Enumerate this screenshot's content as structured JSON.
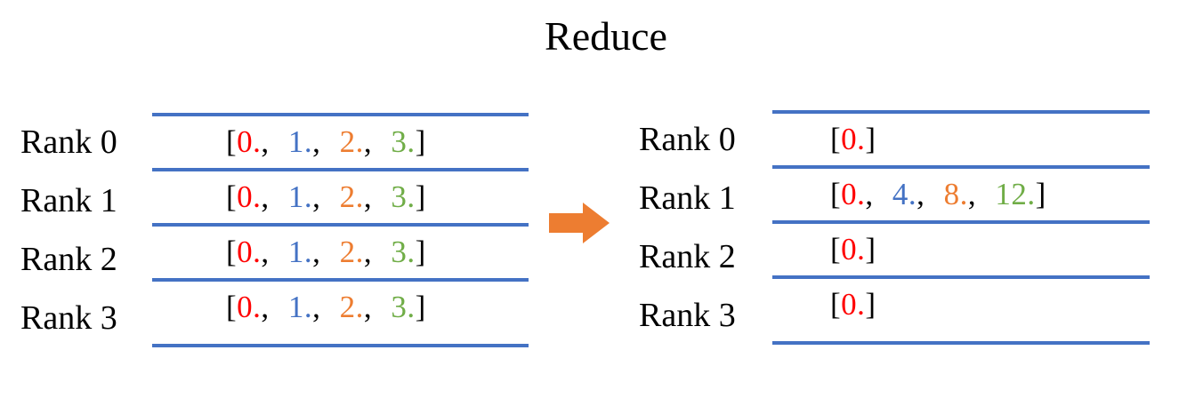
{
  "title": "Reduce",
  "colors": {
    "black": "#000000",
    "red": "#FF0000",
    "blue": "#4472C4",
    "orange": "#ED7D31",
    "green": "#70AD47",
    "line": "#4472C4",
    "arrow": "#ED7D31",
    "background": "#FFFFFF"
  },
  "arrow_icon": "right-block-arrow",
  "left_panel": {
    "rows": [
      {
        "label": "Rank 0",
        "tensor": "[0., 1., 2., 3.]",
        "tokens": [
          {
            "text": "[",
            "color": "black"
          },
          {
            "text": "0.",
            "color": "red"
          },
          {
            "text": ", ",
            "color": "black"
          },
          {
            "text": "1.",
            "color": "blue"
          },
          {
            "text": ", ",
            "color": "black"
          },
          {
            "text": "2.",
            "color": "orange"
          },
          {
            "text": ", ",
            "color": "black"
          },
          {
            "text": "3.",
            "color": "green"
          },
          {
            "text": "]",
            "color": "black"
          }
        ]
      },
      {
        "label": "Rank 1",
        "tensor": "[0., 1., 2., 3.]",
        "tokens": [
          {
            "text": "[",
            "color": "black"
          },
          {
            "text": "0.",
            "color": "red"
          },
          {
            "text": ", ",
            "color": "black"
          },
          {
            "text": "1.",
            "color": "blue"
          },
          {
            "text": ", ",
            "color": "black"
          },
          {
            "text": "2.",
            "color": "orange"
          },
          {
            "text": ", ",
            "color": "black"
          },
          {
            "text": "3.",
            "color": "green"
          },
          {
            "text": "]",
            "color": "black"
          }
        ]
      },
      {
        "label": "Rank 2",
        "tensor": "[0., 1., 2., 3.]",
        "tokens": [
          {
            "text": "[",
            "color": "black"
          },
          {
            "text": "0.",
            "color": "red"
          },
          {
            "text": ", ",
            "color": "black"
          },
          {
            "text": "1.",
            "color": "blue"
          },
          {
            "text": ", ",
            "color": "black"
          },
          {
            "text": "2.",
            "color": "orange"
          },
          {
            "text": ", ",
            "color": "black"
          },
          {
            "text": "3.",
            "color": "green"
          },
          {
            "text": "]",
            "color": "black"
          }
        ]
      },
      {
        "label": "Rank 3",
        "tensor": "[0., 1., 2., 3.]",
        "tokens": [
          {
            "text": "[",
            "color": "black"
          },
          {
            "text": "0.",
            "color": "red"
          },
          {
            "text": ", ",
            "color": "black"
          },
          {
            "text": "1.",
            "color": "blue"
          },
          {
            "text": ", ",
            "color": "black"
          },
          {
            "text": "2.",
            "color": "orange"
          },
          {
            "text": ", ",
            "color": "black"
          },
          {
            "text": "3.",
            "color": "green"
          },
          {
            "text": "]",
            "color": "black"
          }
        ]
      }
    ]
  },
  "right_panel": {
    "rows": [
      {
        "label": "Rank 0",
        "tensor": "[0.]",
        "tokens": [
          {
            "text": "[",
            "color": "black"
          },
          {
            "text": "0.",
            "color": "red"
          },
          {
            "text": "]",
            "color": "black"
          }
        ]
      },
      {
        "label": "Rank 1",
        "tensor": "[0., 4., 8., 12.]",
        "tokens": [
          {
            "text": "[",
            "color": "black"
          },
          {
            "text": "0.",
            "color": "red"
          },
          {
            "text": ", ",
            "color": "black"
          },
          {
            "text": "4.",
            "color": "blue"
          },
          {
            "text": ", ",
            "color": "black"
          },
          {
            "text": "8.",
            "color": "orange"
          },
          {
            "text": ", ",
            "color": "black"
          },
          {
            "text": "12.",
            "color": "green"
          },
          {
            "text": "]",
            "color": "black"
          }
        ]
      },
      {
        "label": "Rank 2",
        "tensor": "[0.]",
        "tokens": [
          {
            "text": "[",
            "color": "black"
          },
          {
            "text": "0.",
            "color": "red"
          },
          {
            "text": "]",
            "color": "black"
          }
        ]
      },
      {
        "label": "Rank 3",
        "tensor": "[0.]",
        "tokens": [
          {
            "text": "[",
            "color": "black"
          },
          {
            "text": "0.",
            "color": "red"
          },
          {
            "text": "]",
            "color": "black"
          }
        ]
      }
    ]
  }
}
